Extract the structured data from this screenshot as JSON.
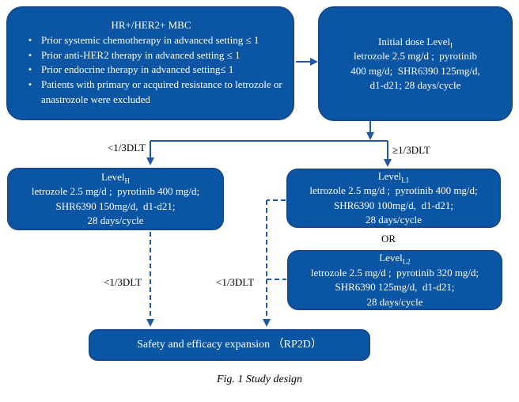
{
  "colors": {
    "box_fill": "#0a55a4",
    "box_border": "#164a8c",
    "box_text": "#ffffff",
    "connector_blue": "#2257a4",
    "label_text": "#000000"
  },
  "boxes": {
    "eligibility": {
      "title": "HR+/HER2+ MBC",
      "bullet_glyph": "•",
      "bullets": [
        "Prior systemic chemotherapy in advanced setting ≤ 1",
        "Prior anti-HER2 therapy in advanced setting ≤ 1",
        "Prior endocrine therapy in advanced setting≤ 1",
        "Patients with primary or acquired resistance to letrozole or anastrozole were excluded"
      ]
    },
    "initial": {
      "title_main": "Initial dose Level",
      "title_sub": "I",
      "lines": [
        "letrozole 2.5 mg/d ;  pyrotinib",
        "400 mg/d;  SHR6390 125mg/d,",
        "d1-d21; 28 days/cycle"
      ]
    },
    "level_h": {
      "title_main": "Level",
      "title_sub": "H",
      "lines": [
        "letrozole 2.5 mg/d ;  pyrotinib 400 mg/d;",
        "SHR6390 150mg/d,  d1-d21;",
        "28 days/cycle"
      ]
    },
    "level_l1": {
      "title_main": "Level",
      "title_sub": "L1",
      "lines": [
        "letrozole 2.5 mg/d ;  pyrotinib 400 mg/d;",
        "SHR6390 100mg/d,  d1-d21;",
        "28 days/cycle"
      ]
    },
    "level_l2": {
      "title_main": "Level",
      "title_sub": "L2",
      "lines": [
        "letrozole 2.5 mg/d ;  pyrotinib 320 mg/d;",
        "SHR6390 125mg/d,  d1-d21;",
        "28 days/cycle"
      ]
    },
    "expansion": {
      "label": "Safety and efficacy expansion （RP2D）"
    }
  },
  "labels": {
    "branch_left": "<1/3DLT",
    "branch_right": "≥1/3DLT",
    "dlt_left": "<1/3DLT",
    "dlt_right": "<1/3DLT",
    "or": "OR"
  },
  "caption": "Fig. 1 Study design"
}
